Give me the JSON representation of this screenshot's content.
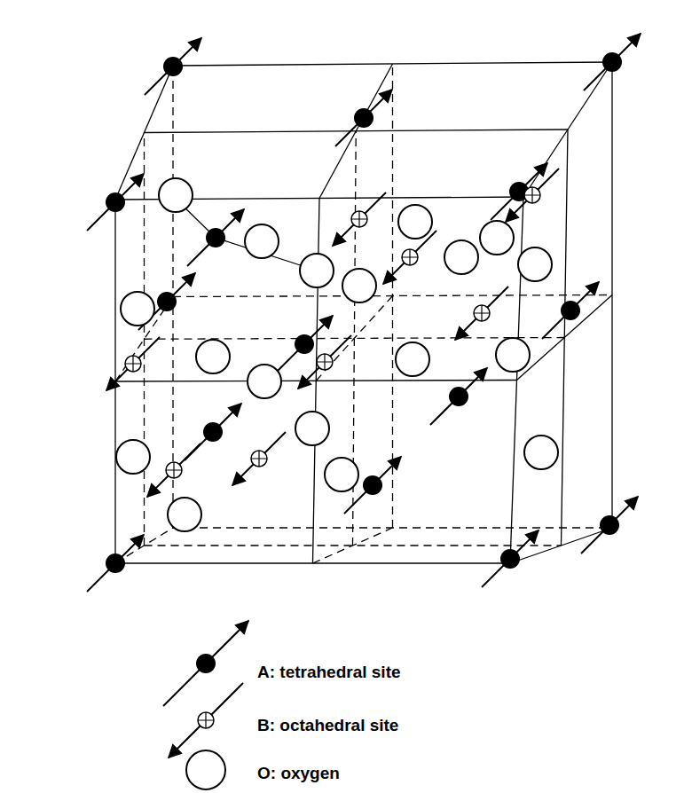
{
  "diagram": {
    "legend": [
      {
        "text": "A: tetrahedral site"
      },
      {
        "text": "B: octahedral site"
      },
      {
        "text": "O: oxygen"
      }
    ]
  }
}
